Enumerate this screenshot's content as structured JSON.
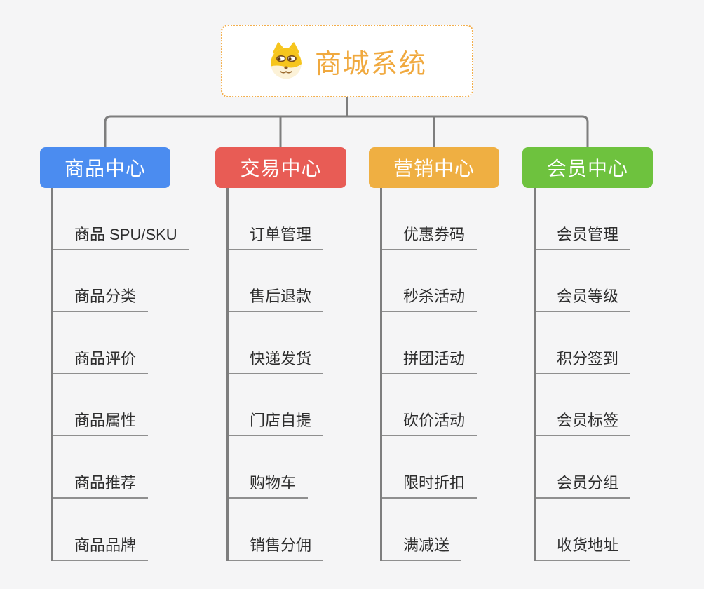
{
  "root": {
    "title": "商城系统",
    "icon": "doge-icon"
  },
  "branches": [
    {
      "label": "商品中心",
      "color": "#4b8cf0",
      "children": [
        "商品 SPU/SKU",
        "商品分类",
        "商品评价",
        "商品属性",
        "商品推荐",
        "商品品牌"
      ]
    },
    {
      "label": "交易中心",
      "color": "#e85c55",
      "children": [
        "订单管理",
        "售后退款",
        "快递发货",
        "门店自提",
        "购物车",
        "销售分佣"
      ]
    },
    {
      "label": "营销中心",
      "color": "#efaf42",
      "children": [
        "优惠券码",
        "秒杀活动",
        "拼团活动",
        "砍价活动",
        "限时折扣",
        "满减送"
      ]
    },
    {
      "label": "会员中心",
      "color": "#6ec23e",
      "children": [
        "会员管理",
        "会员等级",
        "积分签到",
        "会员标签",
        "会员分组",
        "收货地址"
      ]
    }
  ],
  "colors": {
    "root_accent": "#f0a93f",
    "root_border": "#f3ae4b",
    "connector": "#7e7e7e",
    "child_underline": "#8f8f8f",
    "background": "#f5f5f6"
  }
}
